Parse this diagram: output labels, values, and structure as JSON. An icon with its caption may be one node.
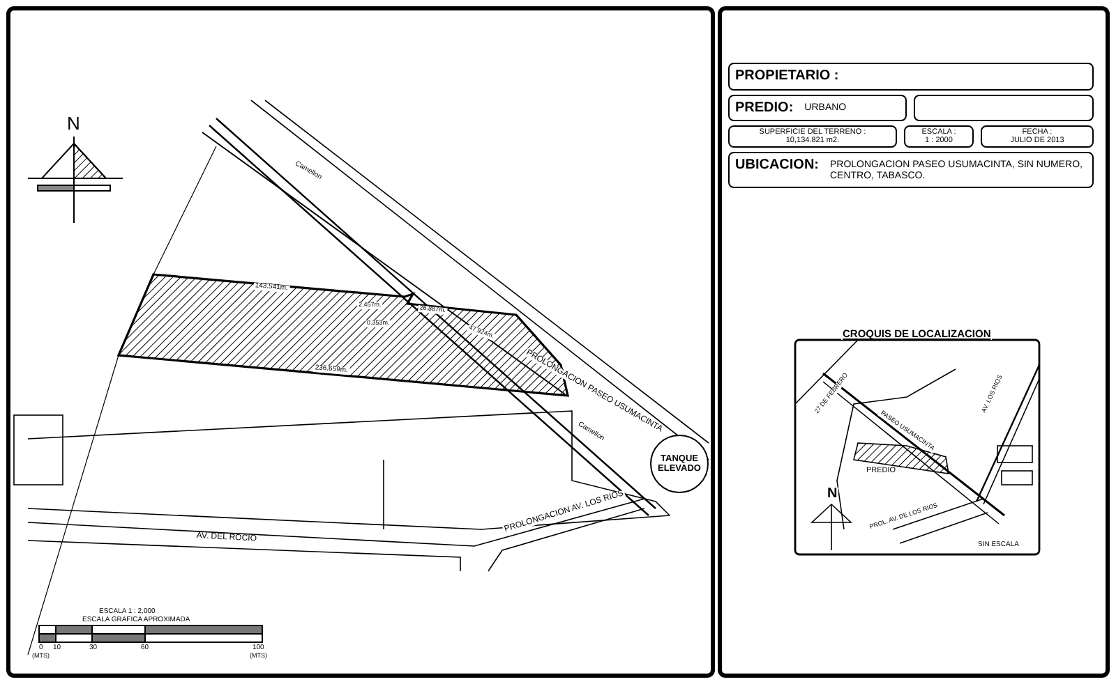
{
  "diagram": {
    "nodes": [
      {
        "text": [
          "PROPIETARIO :"
        ]
      },
      {
        "text": [
          "PREDIO:",
          "URBANO"
        ]
      },
      {
        "text": [],
        "shape": "box"
      },
      {
        "text": [
          "SUPERFICIE DEL TERRENO :",
          "10,134.821 m2."
        ]
      },
      {
        "text": [
          "ESCALA :",
          "1 : 2000"
        ]
      },
      {
        "text": [
          "FECHA :",
          "JULIO DE 2013"
        ]
      },
      {
        "text": [
          "UBICACION:",
          "PROLONGACION PASEO USUMACINTA, SIN NUMERO, CENTRO, TABASCO."
        ]
      },
      {
        "text": [
          "TANQUE ELEVADO"
        ]
      }
    ],
    "labels": [
      "N",
      "PROLONGACION PASEO USUMACINTA",
      "Camellon",
      "Camellon",
      "143.541m.",
      "2.457m.",
      "0.353m.",
      "26.887m.",
      "47.924m.",
      "236.659m.",
      "PROLONGACION AV. LOS RIOS",
      "AV. DEL ROCIO",
      "ESCALA 1 : 2,000",
      "ESCALA GRAFICA APROXIMADA",
      "0",
      "10",
      "30",
      "60",
      "100",
      "(MTS)",
      "(MTS)",
      "CROQUIS DE LOCALIZACION",
      "27 DE FEBRERO",
      "PASEO USUMACINTA",
      "AV. LOS RIOS",
      "PROL. AV. DE LOS RIOS",
      "PREDIO",
      "N",
      "SIN ESCALA"
    ]
  }
}
